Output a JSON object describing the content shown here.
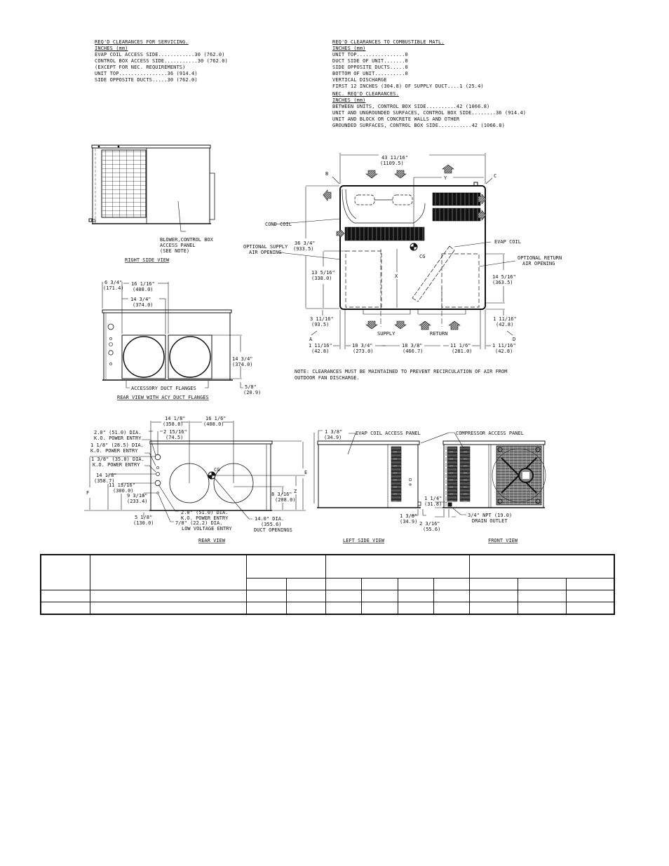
{
  "servicing_clearances": {
    "title": "REQ'D CLEARANCES FOR SERVICING.",
    "units": "INCHES (mm)",
    "lines": [
      "EVAP COIL ACCESS SIDE............30 (762.0)",
      "CONTROL BOX ACCESS SIDE...........30 (762.0)",
      "(EXCEPT FOR NEC. REQUIREMENTS)",
      "UNIT TOP................36 (914.4)",
      "SIDE OPPOSITE DUCTS.....30 (762.0)"
    ]
  },
  "combustible_clearances": {
    "title": "REQ'D CLEARANCES TO COMBUSTIBLE MATL.",
    "units": "INCHES (mm)",
    "lines": [
      "UNIT TOP................0",
      "DUCT SIDE OF UNIT.......0",
      "SIDE OPPOSITE DUCTS.....0",
      "BOTTOM OF UNIT..........0",
      "VERTICAL DISCHARGE",
      "FIRST 12 INCHES (304.8) OF SUPPLY DUCT....1 (25.4)"
    ]
  },
  "nec_clearances": {
    "title": "NEC. REQ'D CLEARANCES.",
    "units": "INCHES (mm)",
    "lines": [
      "BETWEEN UNITS, CONTROL BOX SIDE..........42 (1066.8)",
      "UNIT AND UNGROUNDED SURFACES, CONTROL BOX SIDE........36 (914.4)",
      "UNIT AND BLOCK OR CONCRETE WALLS AND OTHER",
      "GROUNDED SURFACES, CONTROL BOX SIDE...........42 (1066.8)"
    ]
  },
  "right_side_view": {
    "title": "RIGHT SIDE VIEW",
    "callout": "BLOWER,CONTROL BOX\nACCESS PANEL\n(SEE NOTE)"
  },
  "top_view": {
    "width_dim": "43 11/16\"",
    "width_mm": "(1109.5)",
    "depth_dim": "36 3/4\"",
    "depth_mm": "(933.5)",
    "corners": [
      "A",
      "B",
      "C",
      "D"
    ],
    "x_label": "X",
    "y_label": "Y",
    "cg_label": "CG",
    "cond_coil": "COND COIL",
    "evap_coil": "EVAP COIL",
    "optional_supply": "OPTIONAL SUPPLY\n  AIR OPENING",
    "optional_return": "OPTIONAL RETURN\n  AIR OPENING",
    "supply_label": "SUPPLY",
    "return_label": "RETURN",
    "dim_13_5_16": "13 5/16\"",
    "dim_13_5_16_mm": "(338.0)",
    "dim_14_5_16": "14 5/16\"",
    "dim_14_5_16_mm": "(363.5)",
    "dim_3_11_16": "3 11/16\"",
    "dim_3_11_16_mm": "(93.5)",
    "dim_1_11_16_r": "1 11/16\"",
    "dim_1_11_16_r_mm": "(42.8)",
    "bottom_dims": [
      {
        "in": "1 11/16\"",
        "mm": "(42.8)"
      },
      {
        "in": "10 3/4\"",
        "mm": "(273.0)"
      },
      {
        "in": "18 3/8\"",
        "mm": "(466.7)"
      },
      {
        "in": "11 1/6\"",
        "mm": "(281.0)"
      },
      {
        "in": "1 11/16\"",
        "mm": "(42.8)"
      }
    ],
    "note": "NOTE: CLEARANCES MUST BE MAINTAINED TO PREVENT RECIRCULATION OF AIR FROM\n      OUTDOOR FAN DISCHARGE."
  },
  "rear_view_flanges": {
    "title": "REAR VIEW WITH ACY DUCT FLANGES",
    "callout": "ACCESSORY DUCT FLANGES",
    "dim_6_3_4": "6 3/4\"",
    "dim_6_3_4_mm": "(171.4)",
    "dim_16_1_16": "16 1/16\"",
    "dim_16_1_16_mm": "(408.0)",
    "dim_14_3_4_top": "14 3/4\"",
    "dim_14_3_4_top_mm": "(374.0)",
    "dim_14_3_4_side": "14 3/4\"",
    "dim_14_3_4_side_mm": "(374.0)",
    "dim_5_8": "5/8\"",
    "dim_5_8_mm": "(20.9)"
  },
  "rear_view": {
    "title": "REAR VIEW",
    "dim_14_1_8_top": "14 1/8\"",
    "dim_14_1_8_top_mm": "(358.8)",
    "dim_16_1_6": "16 1/6\"",
    "dim_16_1_6_mm": "(408.0)",
    "dim_2_15_16": "2 15/16\"",
    "dim_2_15_16_mm": "(74.5)",
    "entries": [
      "2.0\" (51.0) DIA.\nK.O. POWER ENTRY",
      "1 1/8\" (28.5) DIA.\nK.O. POWER ENTRY",
      "1 3/8\" (35.0) DIA.\nK.O. POWER ENTRY"
    ],
    "dim_14_1_8_side": "14 1/8\"",
    "dim_14_1_8_side_mm": "(358.7)",
    "dim_11_13_16": "11 13/16\"",
    "dim_11_13_16_mm": "(300.0)",
    "dim_9_3_16": "9 3/16\"",
    "dim_9_3_16_mm": "(233.4)",
    "dim_5_1_8": "5 1/8\"",
    "dim_5_1_8_mm": "(130.0)",
    "bottom_entry_1": "2.0\" (51.0) DIA.\nK.O. POWER ENTRY",
    "bottom_entry_2": "7/8\" (22.2) DIA.\nLOW VOLTAGE ENTRY",
    "duct_openings": "14.0\" DIA.\n(355.6)\nDUCT OPENINGS",
    "dim_8_3_16": "8 3/16\"",
    "dim_8_3_16_mm": "(208.0)",
    "cg_label": "CG",
    "e_label": "E",
    "f_label": "F",
    "z_label": "Z"
  },
  "left_side_view": {
    "title": "LEFT SIDE VIEW",
    "evap_panel": "EVAP COIL ACCESS PANEL",
    "dim_1_3_8_top": "1 3/8\"",
    "dim_1_3_8_top_mm": "(34.9)",
    "dim_1_3_8_bot": "1 3/8\"",
    "dim_1_3_8_bot_mm": "(34.9)"
  },
  "front_view": {
    "title": "FRONT VIEW",
    "compressor_panel": "COMPRESSOR ACCESS PANEL",
    "dim_1_1_4": "1 1/4\"",
    "dim_1_1_4_mm": "(31.8)",
    "dim_2_3_16": "2 3/16\"",
    "dim_2_3_16_mm": "(55.6)",
    "drain": "3/4\" NPT (19.0)\nDRAIN OUTLET"
  },
  "table": {
    "rows": [
      [
        "",
        "",
        "",
        "",
        "",
        "",
        "",
        "",
        "",
        "",
        ""
      ],
      [
        "",
        "",
        "",
        "",
        "",
        "",
        "",
        "",
        "",
        "",
        ""
      ]
    ]
  }
}
